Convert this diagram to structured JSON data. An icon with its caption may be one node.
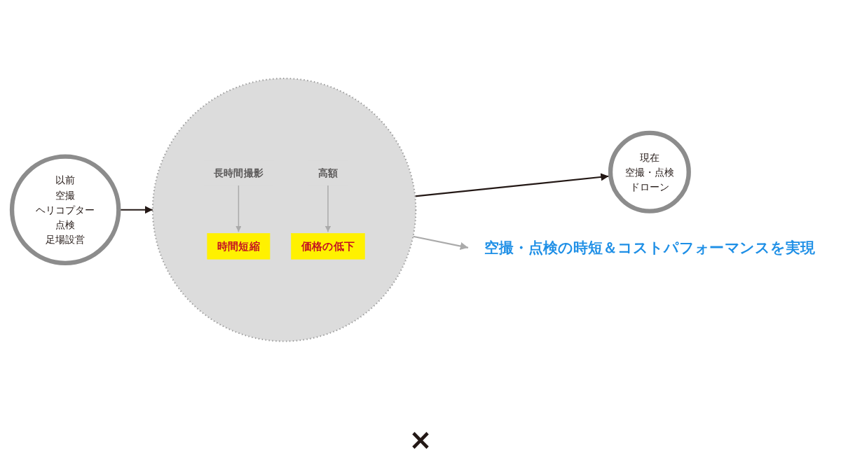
{
  "diagram": {
    "nodes": [
      {
        "text": [
          "以前",
          "空撮",
          "ヘリコプター",
          "点検",
          "足場設営"
        ]
      },
      {
        "text": [],
        "shape": "circle"
      },
      {
        "text": [
          "長時間撮影"
        ],
        "in": 1
      },
      {
        "text": [
          "時間短縮"
        ],
        "in": 1
      },
      {
        "text": [
          "高額"
        ],
        "in": 1
      },
      {
        "text": [
          "価格の低下"
        ],
        "in": 1
      },
      {
        "text": [
          "現在",
          "空撮・点検",
          "ドローン"
        ]
      },
      {
        "text": [
          "空撮・点検の時短＆コストパフォーマンスを実現"
        ]
      }
    ],
    "edges": [
      {
        "from": 0,
        "to": 1,
        "arrow": "to",
        "color": "#231815"
      },
      {
        "from": 2,
        "to": 3,
        "arrow": "to"
      },
      {
        "from": 4,
        "to": 5,
        "arrow": "to"
      },
      {
        "from": 1,
        "to": 6,
        "arrow": "to",
        "color": "#231815"
      },
      {
        "from": 1,
        "to": 7,
        "arrow": "to"
      }
    ],
    "labels": [
      "×"
    ]
  }
}
